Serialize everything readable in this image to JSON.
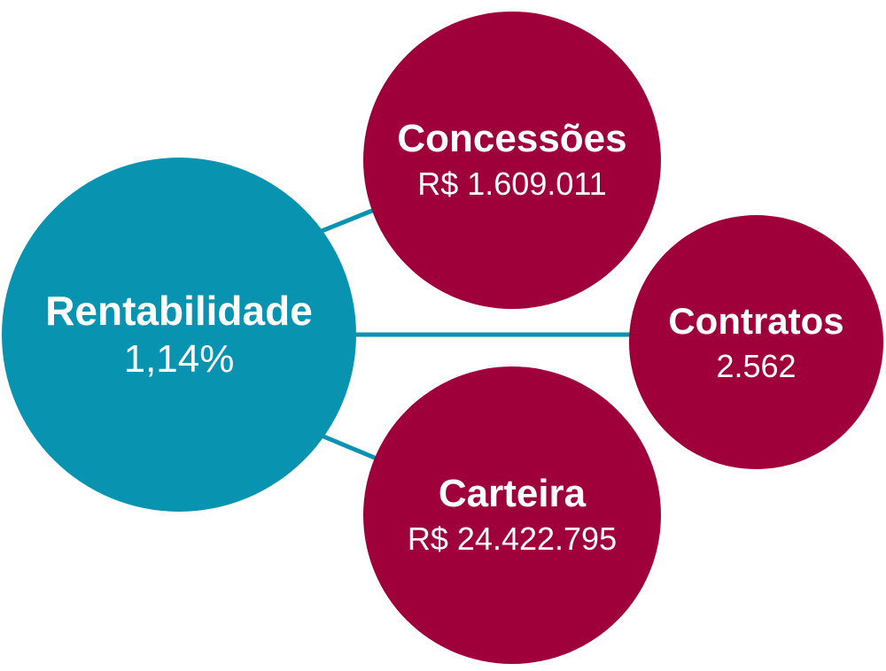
{
  "colors": {
    "center": "#0893b1",
    "satellite": "#a0003a",
    "text": "#ffffff",
    "connector": "#0893b1"
  },
  "center": {
    "title": "Rentabilidade",
    "value": "1,14%"
  },
  "satellites": [
    {
      "id": "concessoes",
      "title": "Concessões",
      "value": "R$ 1.609.011"
    },
    {
      "id": "contratos",
      "title": "Contratos",
      "value": "2.562"
    },
    {
      "id": "carteira",
      "title": "Carteira",
      "value": "R$ 24.422.795"
    }
  ]
}
